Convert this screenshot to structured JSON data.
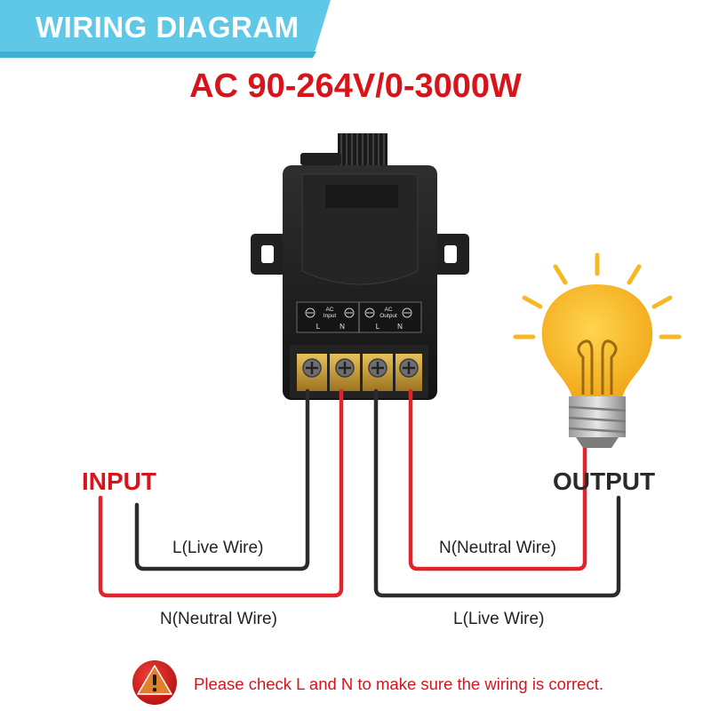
{
  "header": {
    "banner_title": "WIRING DIAGRAM",
    "spec": "AC 90-264V/0-3000W",
    "banner_color": "#5ec8e6"
  },
  "module": {
    "terminal_groups": [
      {
        "title_top": "AC",
        "title_bottom": "Input",
        "left": "L",
        "right": "N"
      },
      {
        "title_top": "AC",
        "title_bottom": "Output",
        "left": "L",
        "right": "N"
      }
    ],
    "body_color": "#1c1c1c"
  },
  "labels": {
    "input": "INPUT",
    "output": "OUTPUT",
    "input_live": "L(Live Wire)",
    "input_neutral": "N(Neutral Wire)",
    "output_neutral": "N(Neutral Wire)",
    "output_live": "L(Live Wire)"
  },
  "wire_colors": {
    "live": "#2b2b2b",
    "neutral": "#e0242b"
  },
  "bulb": {
    "icon": "light-bulb-icon",
    "glass_color": "#f7b826"
  },
  "warning": {
    "icon": "warning-icon",
    "text": "Please check L and N to make sure the wiring is correct."
  }
}
